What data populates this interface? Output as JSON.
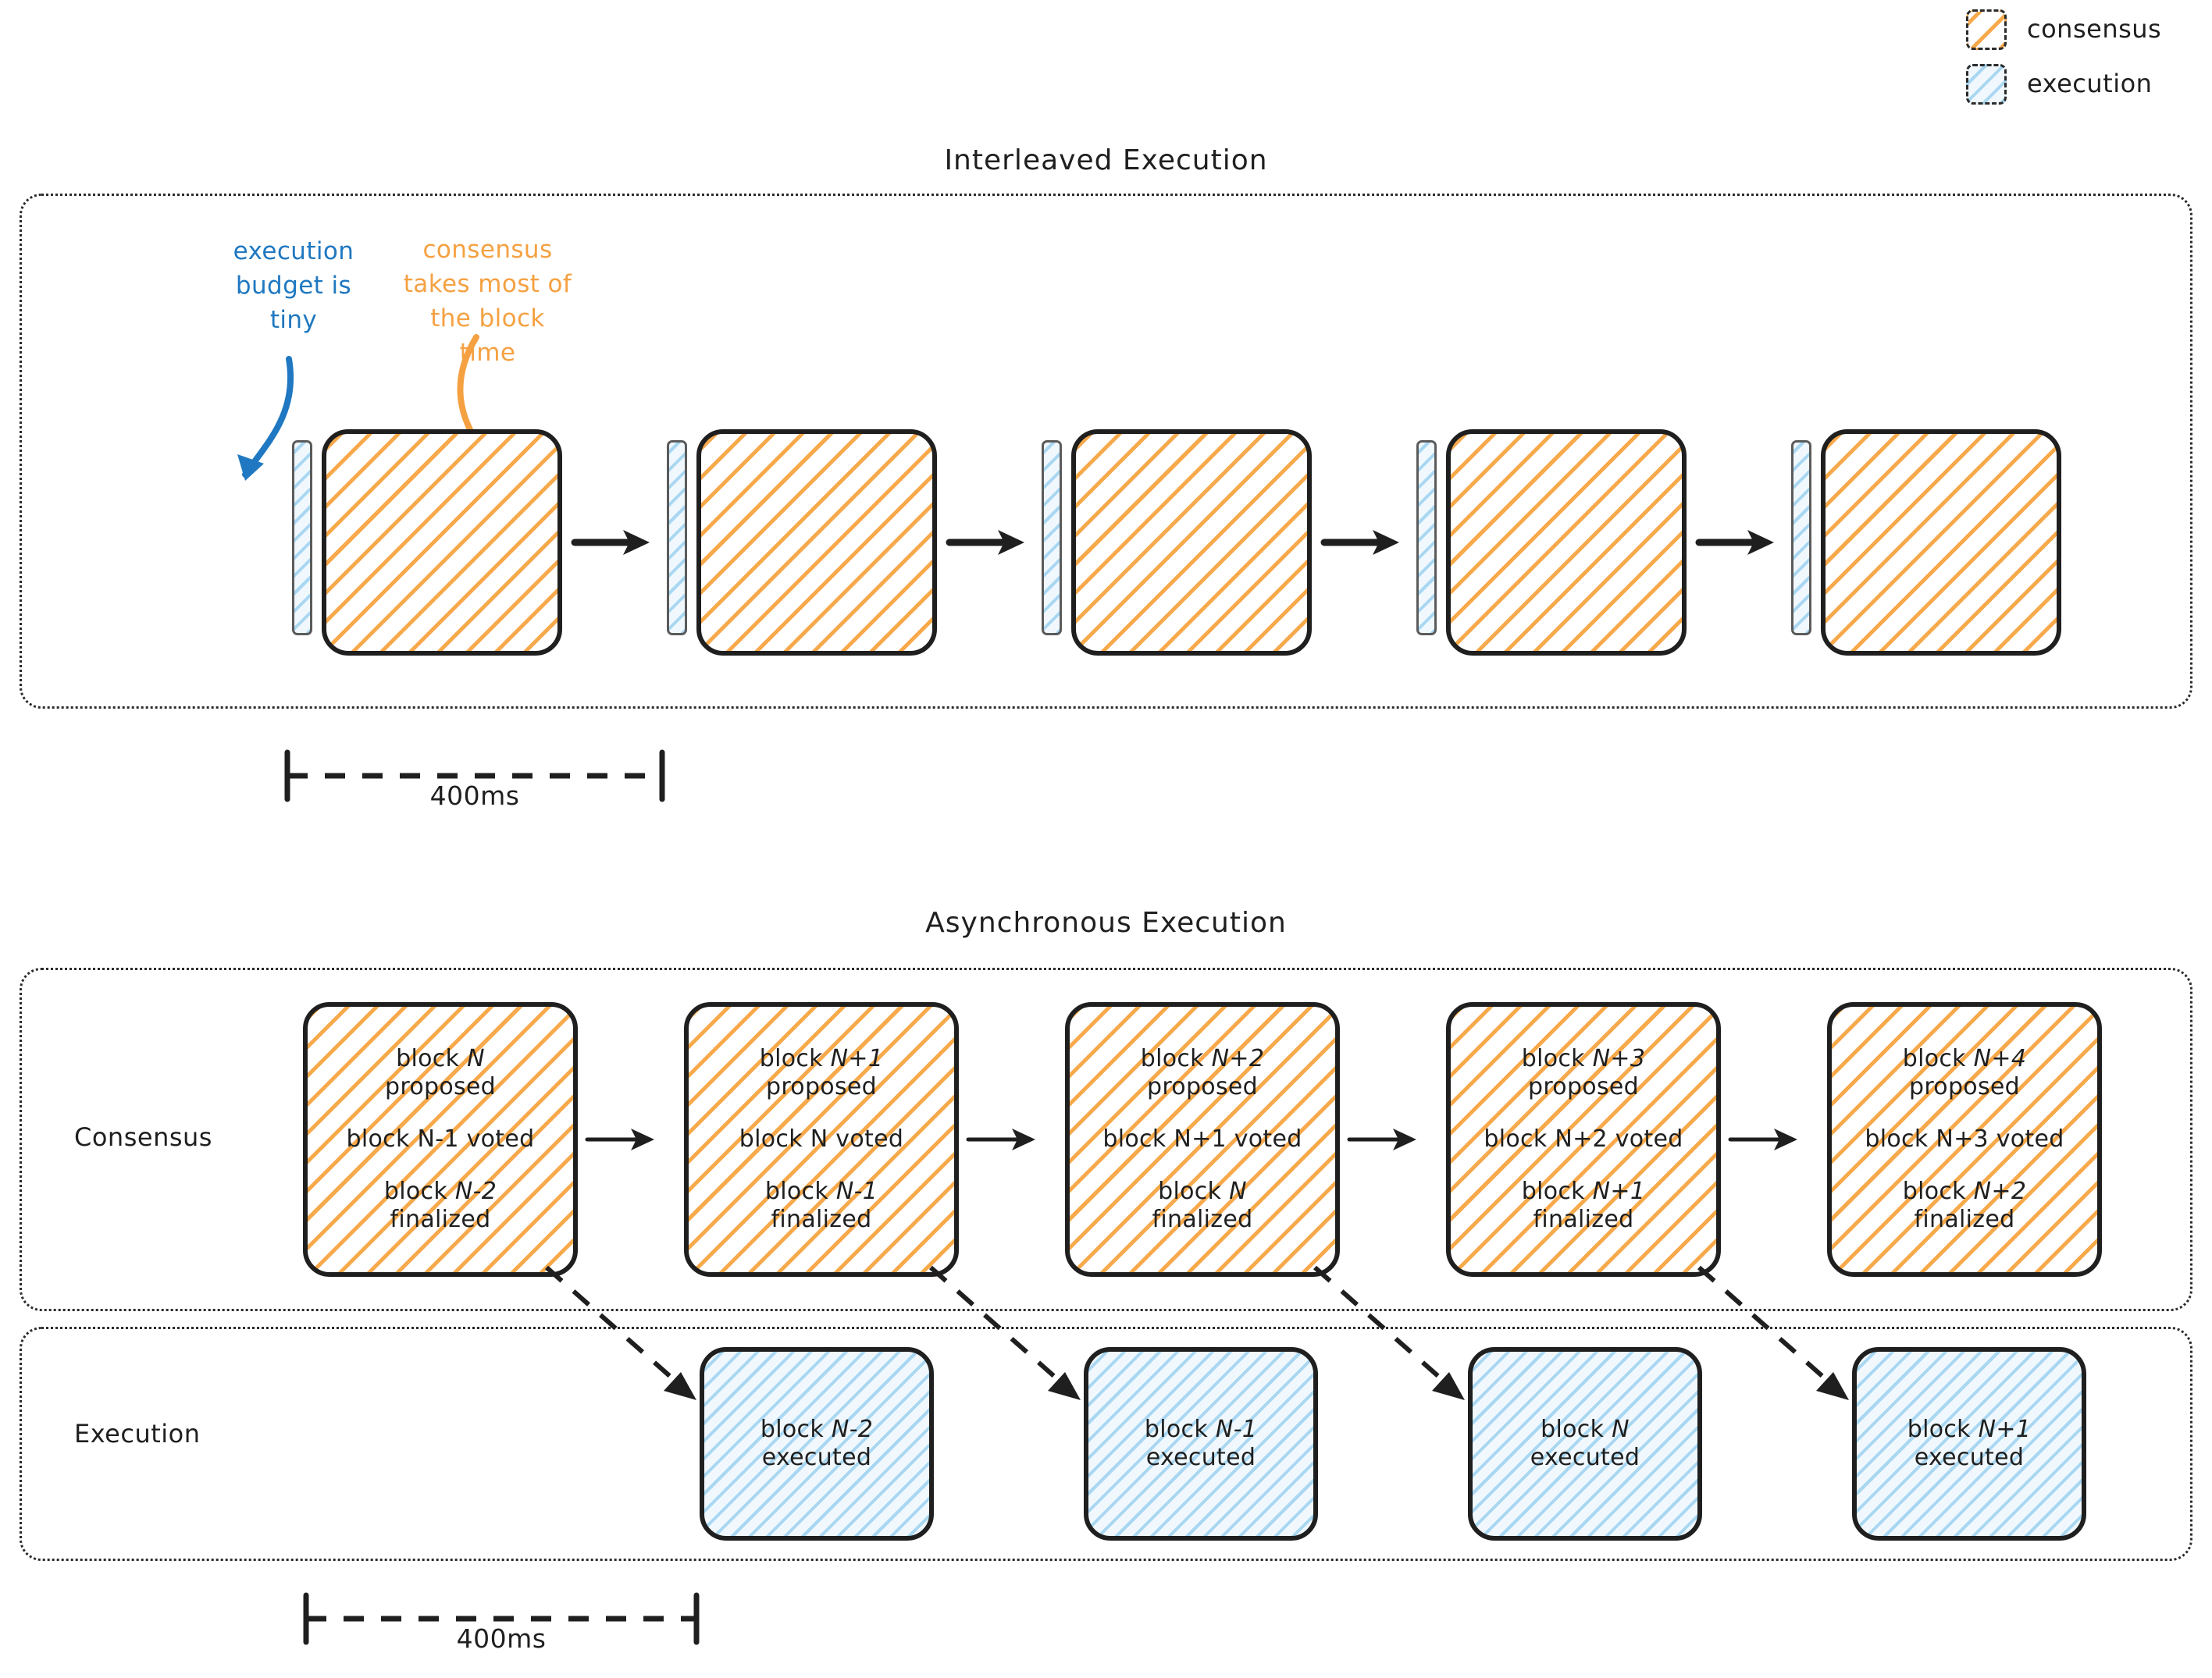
{
  "legend": {
    "items": [
      {
        "label": "consensus",
        "swatch": "consensus-hatch",
        "color": "#f7a94b"
      },
      {
        "label": "execution",
        "swatch": "execution-hatch",
        "color": "#a9d7f2"
      }
    ]
  },
  "interleaved": {
    "title": "Interleaved Execution",
    "annotations": [
      {
        "id": "execution-budget",
        "text": "execution budget is tiny",
        "color": "#1f78c1"
      },
      {
        "id": "consensus-share",
        "text": "consensus takes most of the block time",
        "color": "#f5a142"
      }
    ],
    "slots": [
      {
        "execution_label": "execution",
        "consensus_label": "consensus"
      },
      {
        "execution_label": "execution",
        "consensus_label": "consensus"
      },
      {
        "execution_label": "execution",
        "consensus_label": "consensus"
      },
      {
        "execution_label": "execution",
        "consensus_label": "consensus"
      },
      {
        "execution_label": "execution",
        "consensus_label": "consensus"
      }
    ],
    "measure": {
      "label": "400ms"
    }
  },
  "async": {
    "title": "Asynchronous Execution",
    "rows": [
      {
        "id": "consensus",
        "label": "Consensus"
      },
      {
        "id": "execution",
        "label": "Execution"
      }
    ],
    "consensus_blocks": [
      {
        "proposed": "block N",
        "proposed_tail": "proposed",
        "voted": "block N-1 voted",
        "finalized": "block N-2",
        "finalized_tail": "finalized"
      },
      {
        "proposed": "block N+1",
        "proposed_tail": "proposed",
        "voted": "block N voted",
        "finalized": "block N-1",
        "finalized_tail": "finalized"
      },
      {
        "proposed": "block N+2",
        "proposed_tail": "proposed",
        "voted": "block N+1 voted",
        "finalized": "block N",
        "finalized_tail": "finalized"
      },
      {
        "proposed": "block N+3",
        "proposed_tail": "proposed",
        "voted": "block N+2 voted",
        "finalized": "block N+1",
        "finalized_tail": "finalized"
      },
      {
        "proposed": "block N+4",
        "proposed_tail": "proposed",
        "voted": "block N+3 voted",
        "finalized": "block N+2",
        "finalized_tail": "finalized"
      }
    ],
    "execution_blocks": [
      {
        "title": "block N-2",
        "subtitle": "executed"
      },
      {
        "title": "block N-1",
        "subtitle": "executed"
      },
      {
        "title": "block N",
        "subtitle": "executed"
      },
      {
        "title": "block N+1",
        "subtitle": "executed"
      }
    ],
    "measure": {
      "label": "400ms"
    }
  },
  "colors": {
    "consensus": "#f7a94b",
    "execution": "#a9d7f2",
    "annotation_blue": "#1f78c1",
    "annotation_orange": "#f5a142",
    "stroke": "#1f1f1f"
  }
}
